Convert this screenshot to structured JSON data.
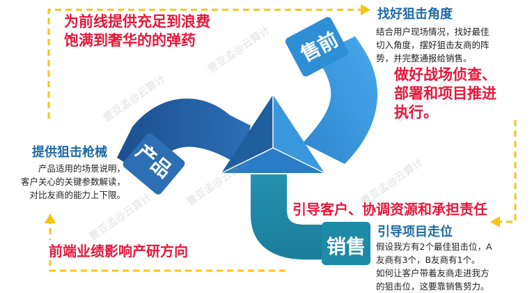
{
  "top_left_note": {
    "line1": "为前线提供充足到浪费",
    "line2": "饱满到奢华的的弹药"
  },
  "top_right": {
    "title": "找好狙击角度",
    "desc1": "结合用户现场情况，找好最佳",
    "desc2": "切入角度，摆好狙击友商的阵",
    "desc3": "势，并完整通报给销售。",
    "highlight1": "做好战场侦查、",
    "highlight2": "部署和项目推进",
    "highlight3": "执行。"
  },
  "left": {
    "title": "提供狙击枪械",
    "desc1": "产品适用的场景说明，",
    "desc2": "客户关心的关键参数解读，",
    "desc3": "对比友商的能力上下限。"
  },
  "middle_right_note": "引导客户、协调资源和承担责任",
  "bottom_right": {
    "title": "引导项目走位",
    "desc1": "假设我方有2个最佳狙击位，A",
    "desc2": "友商有3个，B友商有1个。",
    "desc3": "如何让客户带着友商走进我方",
    "desc4": "的狙击位，这要靠销售努力。"
  },
  "bottom_left_note": "前端业绩影响产研方向",
  "labels": {
    "presales": "售前",
    "product": "产品",
    "sales": "销售"
  },
  "watermark": "曹亚孟@云算计",
  "colors": {
    "arrow_dark": "#1f4e8c",
    "arrow_mid": "#2b78c2",
    "arrow_light": "#3aa0e0",
    "sales_teal": "#1d8aa6",
    "dashed": "#f5c518",
    "red_text": "#e8173a"
  }
}
